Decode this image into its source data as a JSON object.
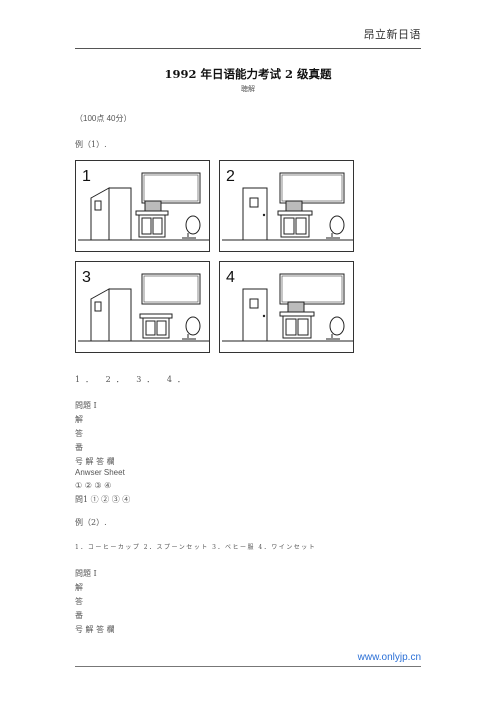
{
  "header": {
    "brand": "昂立新日语"
  },
  "doc": {
    "title": "1992 年日语能力考试 2 级真题",
    "subtitle": "聴解",
    "score": "（100点  40分）",
    "ex1_label": "例（1）."
  },
  "pictures": [
    {
      "number": "1"
    },
    {
      "number": "2"
    },
    {
      "number": "3"
    },
    {
      "number": "4"
    }
  ],
  "options1": "1．  2．  3．  4．",
  "answer_block": {
    "mondai": "問題 Ⅰ",
    "c1": "解",
    "c2": "答",
    "c3": "番",
    "row": "号 解 答 欄",
    "sheet": "Anwser Sheet",
    "circles": "① ② ③ ④",
    "q1": "問1  ① ② ③ ④"
  },
  "ex2_label": "例（2）.",
  "options2": "1．コーヒーカップ 2．スプーンセット 3．ベヒー服 4．ワインセット",
  "answer_block2": {
    "mondai": "問題 Ⅰ",
    "c1": "解",
    "c2": "答",
    "c3": "番",
    "row": "号 解 答 欄"
  },
  "footer": {
    "url": "www.onlyjp.cn"
  }
}
